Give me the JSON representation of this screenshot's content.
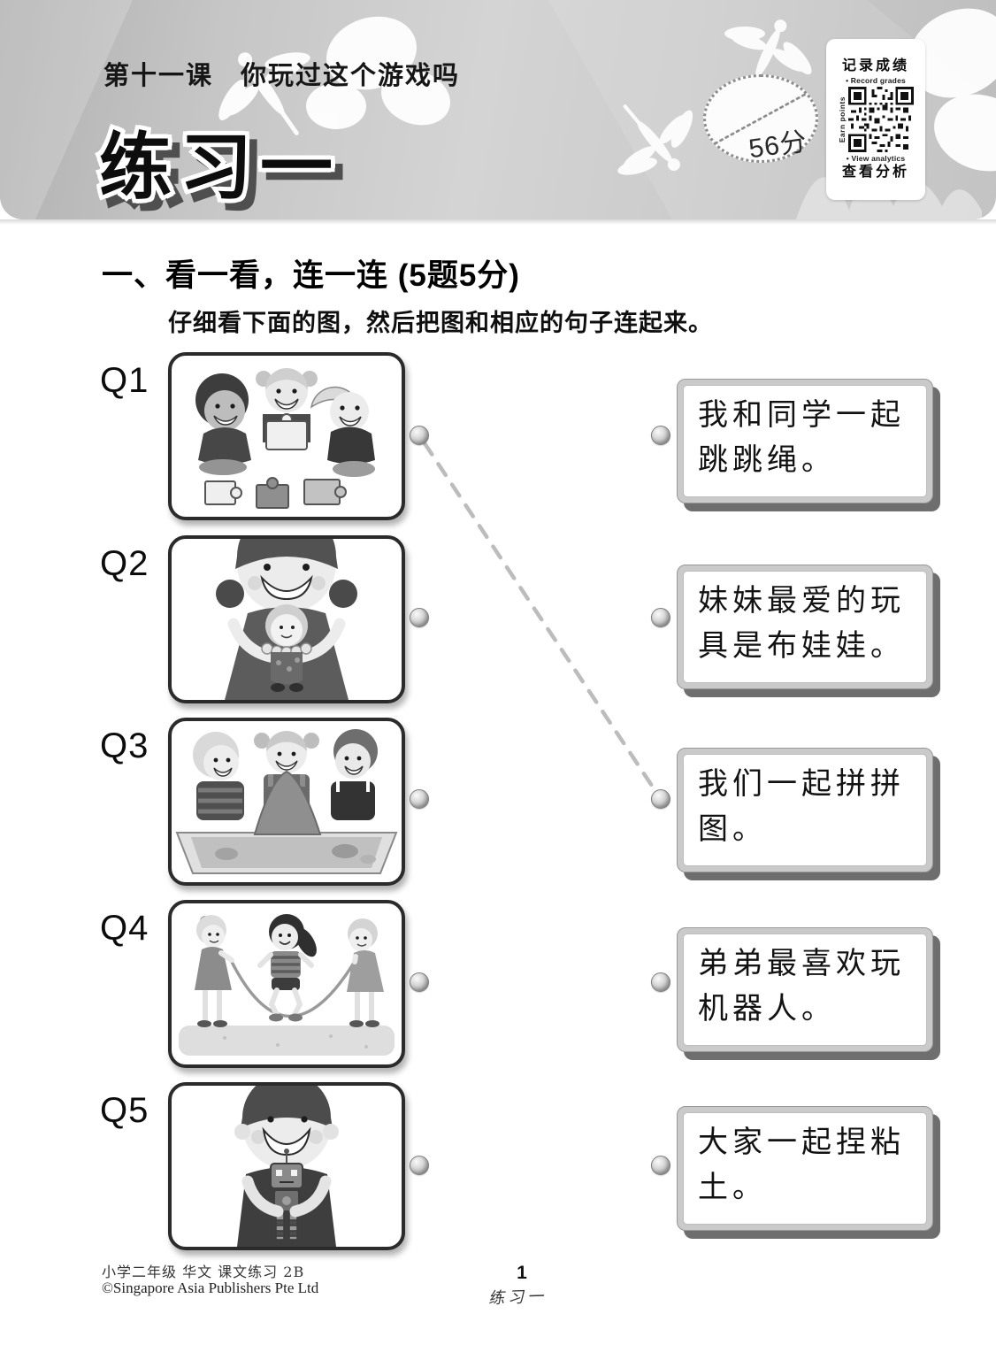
{
  "header": {
    "lesson": "第十一课　你玩过这个游戏吗",
    "title": "练习一",
    "score_badge": {
      "text": "56分"
    },
    "qr_panel": {
      "title_top": "记录成绩",
      "subtitle_top": "• Record grades",
      "side_label": "Earn points",
      "subtitle_bottom": "• View analytics",
      "title_bottom": "查看分析",
      "icon": "qr-code-icon"
    }
  },
  "section": {
    "heading": "一、看一看，连一连 (5题5分)",
    "instruction": "仔细看下面的图，然后把图和相应的句子连起来。"
  },
  "questions": [
    {
      "label": "Q1",
      "scene": "children-doing-jigsaw-puzzle"
    },
    {
      "label": "Q2",
      "scene": "girl-hugging-rag-doll"
    },
    {
      "label": "Q3",
      "scene": "children-molding-clay"
    },
    {
      "label": "Q4",
      "scene": "girls-skipping-rope"
    },
    {
      "label": "Q5",
      "scene": "boy-hugging-toy-robot"
    }
  ],
  "sentences": [
    "我和同学一起跳跳绳。",
    "妹妹最爱的玩具是布娃娃。",
    "我们一起拼拼图。",
    "弟弟最喜欢玩机器人。",
    "大家一起捏粘土。"
  ],
  "connection": {
    "from_question": "Q1",
    "to_sentence": "我们一起拼拼图。"
  },
  "footer": {
    "book": "小学二年级 华文 课文练习 2B",
    "publisher": "©Singapore Asia Publishers Pte Ltd",
    "page_number": "1",
    "page_label": "练习一"
  },
  "colors": {
    "header_gray": "#c6c6c6",
    "box_border": "#2b2b2b",
    "card_frame": "#cacaca",
    "card_shadow": "#6e6e6e",
    "dash_line": "#bcbcbc",
    "dot_gray": "#a9a9a9"
  }
}
